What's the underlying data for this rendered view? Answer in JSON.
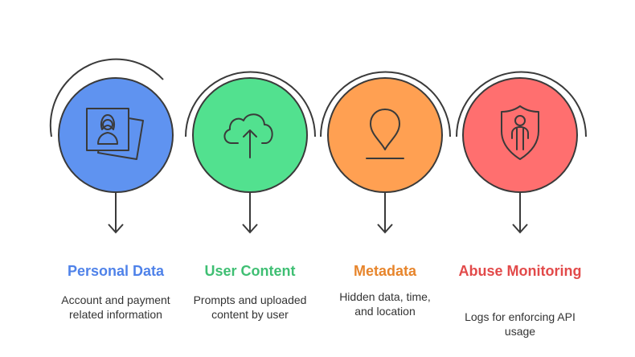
{
  "stages": [
    {
      "title": "Personal Data",
      "description": "Account and payment related information",
      "color": "#4f82e9",
      "fill": "#5f93f0",
      "icon": "profile-photo-icon"
    },
    {
      "title": "User Content",
      "description": "Prompts and uploaded content by user",
      "color": "#3fbf73",
      "fill": "#52e18f",
      "icon": "cloud-upload-icon"
    },
    {
      "title": "Metadata",
      "description": "Hidden data, time, and location",
      "color": "#e7852c",
      "fill": "#ffa052",
      "icon": "location-pin-icon"
    },
    {
      "title": "Abuse Monitoring",
      "description": "Logs for enforcing API usage",
      "color": "#e24a4a",
      "fill": "#ff6f6f",
      "icon": "shield-user-icon"
    }
  ],
  "outline_color": "#3a3a3a"
}
